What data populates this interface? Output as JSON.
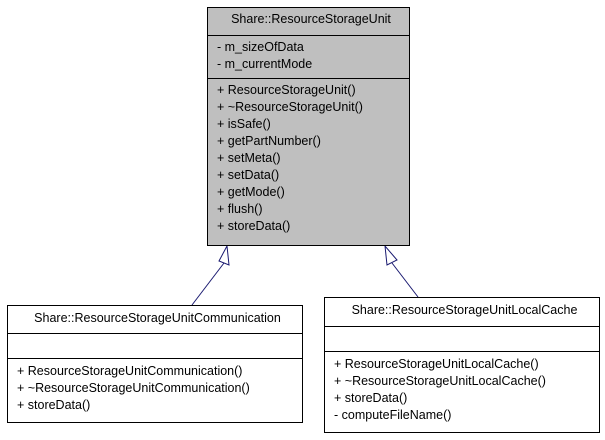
{
  "colors": {
    "base_class_fill": "#bfbfbf",
    "derived_class_fill": "#ffffff",
    "border": "#000000",
    "inheritance_edge": "#191970"
  },
  "base_class": {
    "name": "Share::ResourceStorageUnit",
    "attributes": [
      "- m_sizeOfData",
      "- m_currentMode"
    ],
    "operations": [
      "+ ResourceStorageUnit()",
      "+ ~ResourceStorageUnit()",
      "+ isSafe()",
      "+ getPartNumber()",
      "+ setMeta()",
      "+ setData()",
      "+ getMode()",
      "+ flush()",
      "+ storeData()"
    ]
  },
  "derived_classes": [
    {
      "name": "Share::ResourceStorageUnitCommunication",
      "attributes": [],
      "operations": [
        "+ ResourceStorageUnitCommunication()",
        "+ ~ResourceStorageUnitCommunication()",
        "+ storeData()"
      ]
    },
    {
      "name": "Share::ResourceStorageUnitLocalCache",
      "attributes": [],
      "operations": [
        "+ ResourceStorageUnitLocalCache()",
        "+ ~ResourceStorageUnitLocalCache()",
        "+ storeData()",
        "- computeFileName()"
      ]
    }
  ]
}
